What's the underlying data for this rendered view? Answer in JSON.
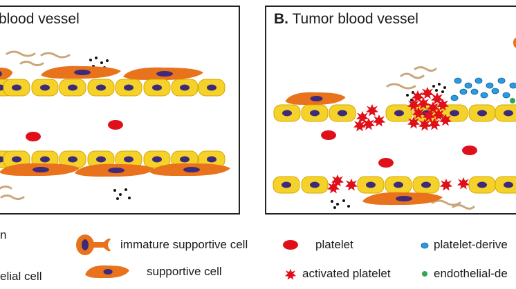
{
  "panel_a": {
    "title_text": "blood vessel"
  },
  "panel_b": {
    "title_letter": "B.",
    "title_text": "Tumor blood vessel"
  },
  "legend": {
    "items": [
      {
        "icon": "immature-supportive-cell-icon",
        "label": "immature supportive cell"
      },
      {
        "icon": "platelet-icon",
        "label": "platelet"
      },
      {
        "icon": "platelet-derived-icon",
        "label": "platelet-derive"
      },
      {
        "icon": "supportive-cell-icon",
        "label": "supportive cell"
      },
      {
        "icon": "activated-platelet-icon",
        "label": "activated platelet"
      },
      {
        "icon": "endothelial-derived-icon",
        "label": "endothelial-de"
      },
      {
        "icon": "",
        "label": "n"
      },
      {
        "icon": "",
        "label": "elial cell"
      }
    ]
  },
  "colors": {
    "endothelial": "#f5d22a",
    "endothelial_border": "#d6a400",
    "nucleus": "#3d2a7a",
    "supportive": "#e8731c",
    "platelet": "#e0101a",
    "fiber": "#c9a77a",
    "blue_dot": "#2a9be0",
    "green_dot": "#2fa84f"
  }
}
